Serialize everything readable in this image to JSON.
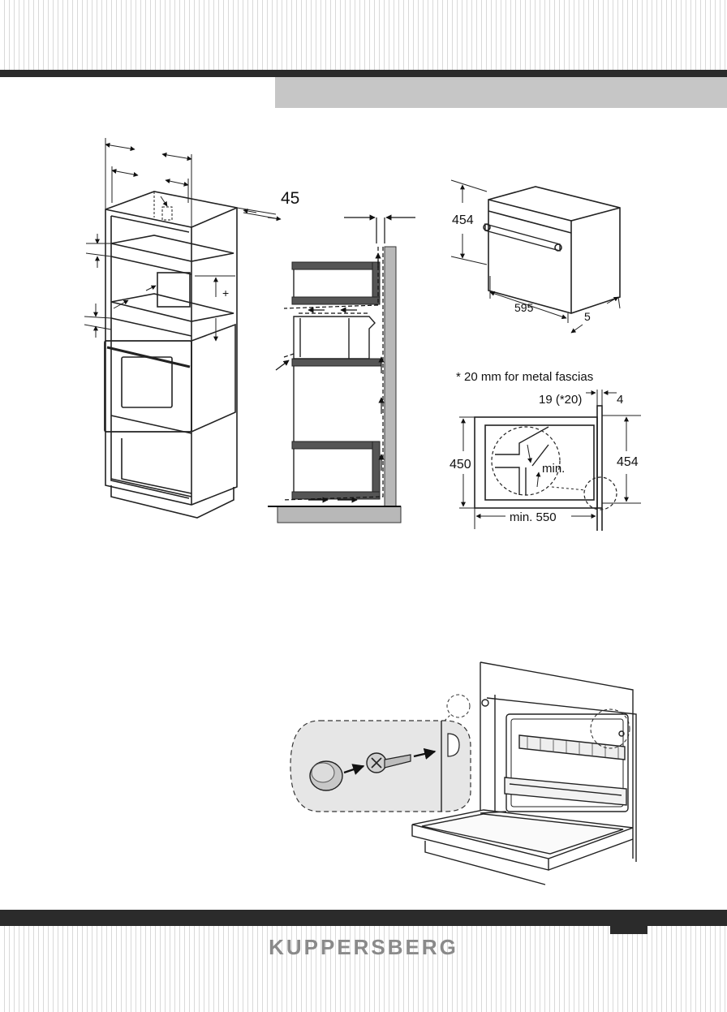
{
  "brand": {
    "name": "KUPPERSBERG"
  },
  "diagram_side": {
    "depth_label": "45"
  },
  "diagram_oven": {
    "height": "454",
    "width": "595",
    "side": "5"
  },
  "diagram_section": {
    "note": "* 20  mm for metal fascias",
    "fascia": "19 (*20)",
    "gap": "4",
    "height_left": "450",
    "height_right": "454",
    "min_label": "min.",
    "depth_min": "min. 550"
  },
  "colors": {
    "bar": "#2b2b2b",
    "banner": "#c6c6c6",
    "brand": "#8a8a8a"
  }
}
